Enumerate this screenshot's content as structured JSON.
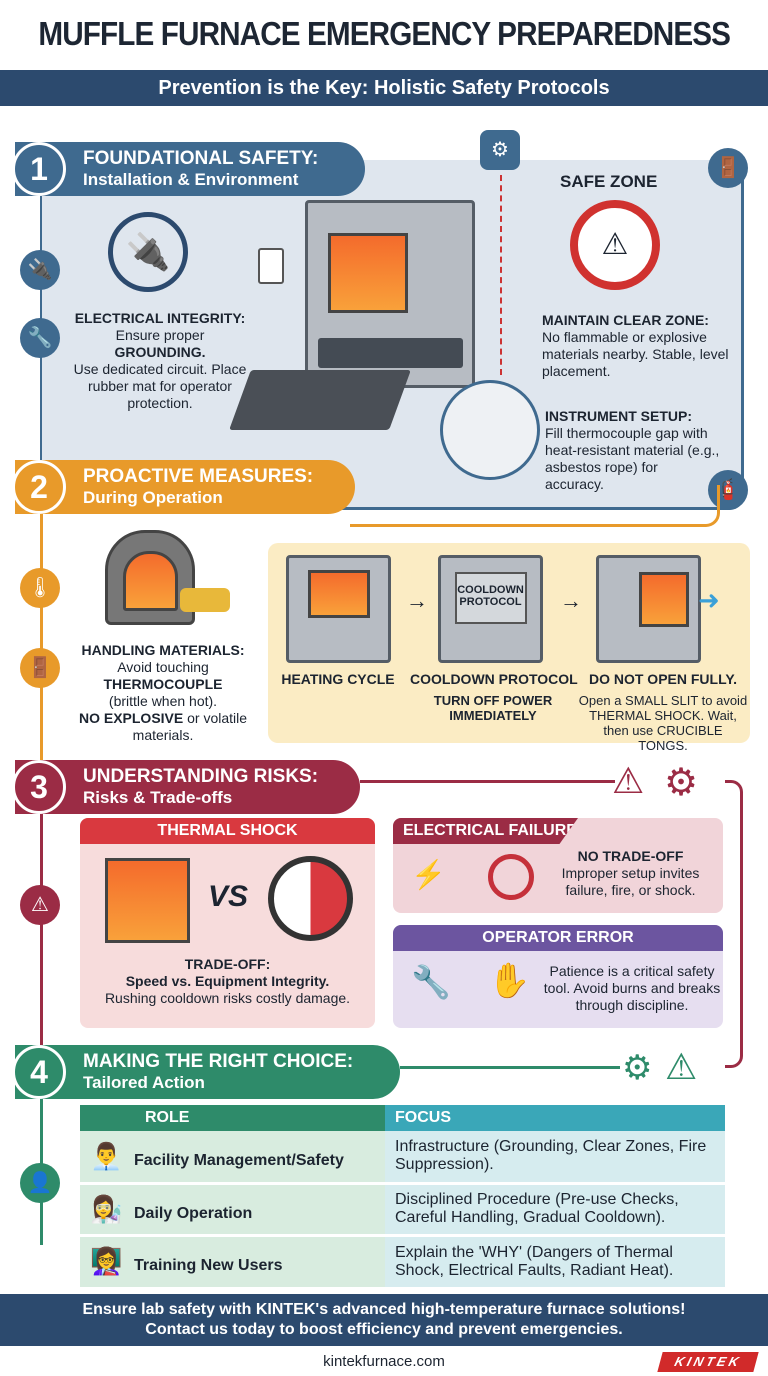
{
  "title": "MUFFLE FURNACE EMERGENCY PREPAREDNESS",
  "subtitle": "Prevention is the Key: Holistic Safety Protocols",
  "colors": {
    "navy": "#2c4a6e",
    "section1": "#3f6a8f",
    "section2": "#e89a2a",
    "section3": "#9b2c45",
    "section4": "#2e8b6a"
  },
  "s1": {
    "num": "1",
    "heading": "FOUNDATIONAL SAFETY:",
    "sub": "Installation & Environment",
    "electrical": {
      "title": "ELECTRICAL INTEGRITY:",
      "l1": "Ensure proper",
      "l2": "GROUNDING.",
      "l3": "Use dedicated circuit. Place rubber mat for operator protection."
    },
    "safe_zone": "SAFE ZONE",
    "clear": {
      "title": "MAINTAIN CLEAR ZONE:",
      "text": "No flammable or explosive materials nearby. Stable, level placement."
    },
    "instrument": {
      "title": "INSTRUMENT SETUP:",
      "text": "Fill thermocouple gap with heat-resistant material (e.g., asbestos rope) for accuracy."
    }
  },
  "s2": {
    "num": "2",
    "heading": "PROACTIVE MEASURES:",
    "sub": "During Operation",
    "handling": {
      "title": "HANDLING MATERIALS:",
      "l1": "Avoid touching",
      "l2": "THERMOCOUPLE",
      "l3": "(brittle when hot).",
      "l4": "NO EXPLOSIVE",
      "l5": " or volatile materials."
    },
    "steps": [
      {
        "label": "HEATING CYCLE",
        "note": ""
      },
      {
        "label": "COOLDOWN PROTOCOL",
        "note": "TURN OFF POWER IMMEDIATELY",
        "screen": "COOLDOWN PROTOCOL"
      },
      {
        "label": "DO NOT OPEN FULLY.",
        "note": "Open a SMALL SLIT to avoid THERMAL SHOCK. Wait, then use CRUCIBLE TONGS."
      }
    ]
  },
  "s3": {
    "num": "3",
    "heading": "UNDERSTANDING RISKS:",
    "sub": "Risks & Trade-offs",
    "thermal": {
      "title": "THERMAL SHOCK",
      "vs": "VS",
      "tradeoff": "TRADE-OFF:",
      "line": "Speed vs. Equipment Integrity.",
      "desc": "Rushing cooldown risks costly damage."
    },
    "electrical": {
      "title": "ELECTRICAL FAILURE",
      "tradeoff": "NO TRADE-OFF",
      "desc": "Improper setup invites failure, fire, or shock."
    },
    "operator": {
      "title": "OPERATOR ERROR",
      "desc": "Patience is a critical safety tool. Avoid burns and breaks through discipline."
    }
  },
  "s4": {
    "num": "4",
    "heading": "MAKING THE RIGHT CHOICE:",
    "sub": "Tailored Action",
    "headers": [
      "ROLE",
      "FOCUS"
    ],
    "rows": [
      {
        "role": "Facility Management/Safety",
        "focus": "Infrastructure (Grounding, Clear Zones, Fire Suppression)."
      },
      {
        "role": "Daily Operation",
        "focus": "Disciplined Procedure (Pre-use Checks, Careful Handling, Gradual Cooldown)."
      },
      {
        "role": "Training New Users",
        "focus": "Explain the 'WHY' (Dangers of Thermal Shock, Electrical Faults, Radiant Heat)."
      }
    ]
  },
  "footer": {
    "l1": "Ensure lab safety with KINTEK's advanced high-temperature furnace solutions!",
    "l2": "Contact us today to boost efficiency and prevent emergencies.",
    "url": "kintekfurnace.com",
    "logo": "KINTEK"
  }
}
